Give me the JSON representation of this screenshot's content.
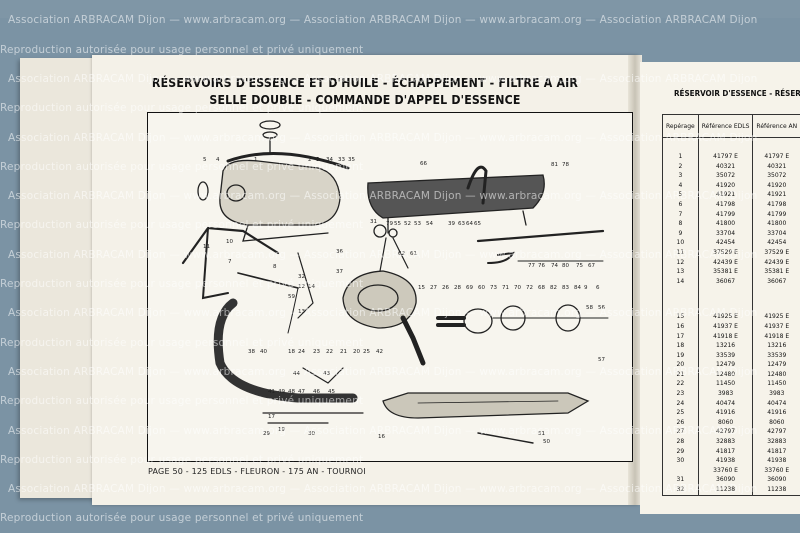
{
  "header": {
    "title_line1": "RÉSERVOIRS D'ESSENCE ET D'HUILE - ÉCHAPPEMENT - FILTRE A AIR",
    "title_line2": "SELLE DOUBLE - COMMANDE D'APPEL D'ESSENCE"
  },
  "footer": {
    "text": "PAGE 50 - 125 EDLS - FLEURON - 175 AN - TOURNOI"
  },
  "right_page": {
    "title": "RÉSERVOIR D'ESSENCE - RÉSERVOIR",
    "headers": [
      "Repérage",
      "Référence EDLS",
      "Référence AN"
    ],
    "rows": [
      [
        "1",
        "41797 E",
        "41797 E"
      ],
      [
        "2",
        "40321",
        "40321"
      ],
      [
        "3",
        "35072",
        "35072"
      ],
      [
        "4",
        "41920",
        "41920"
      ],
      [
        "5",
        "41921",
        "41921"
      ],
      [
        "6",
        "41798",
        "41798"
      ],
      [
        "7",
        "41799",
        "41799"
      ],
      [
        "8",
        "41800",
        "41800"
      ],
      [
        "9",
        "33704",
        "33704"
      ],
      [
        "10",
        "42454",
        "42454"
      ],
      [
        "11",
        "37529 E",
        "37529 E"
      ],
      [
        "12",
        "42439 E",
        "42439 E"
      ],
      [
        "13",
        "35381 E",
        "35381 E"
      ],
      [
        "14",
        "36067",
        "36067"
      ],
      [
        "15",
        "41925 E",
        "41925 E"
      ],
      [
        "16",
        "41937 E",
        "41937 E"
      ],
      [
        "17",
        "41918 E",
        "41918 E"
      ],
      [
        "18",
        "13216",
        "13216"
      ],
      [
        "19",
        "33539",
        "33539"
      ],
      [
        "20",
        "12479",
        "12479"
      ],
      [
        "21",
        "12480",
        "12480"
      ],
      [
        "22",
        "11450",
        "11450"
      ],
      [
        "23",
        "3983",
        "3983"
      ],
      [
        "24",
        "40474",
        "40474"
      ],
      [
        "25",
        "41916",
        "41916"
      ],
      [
        "26",
        "8060",
        "8060"
      ],
      [
        "27",
        "42797",
        "42797"
      ],
      [
        "28",
        "32883",
        "32883"
      ],
      [
        "29",
        "41817",
        "41817"
      ],
      [
        "30",
        "41938",
        "41938"
      ],
      [
        "",
        "33760 E",
        "33760 E"
      ],
      [
        "31",
        "36090",
        "36090"
      ],
      [
        "32",
        "11238",
        "11238"
      ]
    ]
  },
  "diagram": {
    "labels": [
      "5",
      "4",
      "1",
      "2",
      "3",
      "34",
      "33",
      "35",
      "36",
      "37",
      "32",
      "66",
      "81",
      "78",
      "31",
      "79",
      "55",
      "52",
      "53",
      "54",
      "39",
      "63",
      "64",
      "65",
      "62",
      "61",
      "77",
      "76",
      "74",
      "80",
      "75",
      "67",
      "15",
      "27",
      "26",
      "28",
      "69",
      "60",
      "73",
      "71",
      "70",
      "72",
      "68",
      "82",
      "83",
      "84",
      "9",
      "6",
      "10",
      "11",
      "7",
      "8",
      "12",
      "14",
      "13",
      "59",
      "58",
      "56",
      "57",
      "50",
      "38",
      "40",
      "18",
      "24",
      "23",
      "22",
      "21",
      "20",
      "25",
      "42",
      "43",
      "45",
      "46",
      "47",
      "48",
      "49",
      "41",
      "16",
      "17",
      "19",
      "29",
      "30",
      "44",
      "51"
    ]
  },
  "watermarks": [
    "Reproduction autorisée pour usage personnel et privé uniquement",
    "Association ARBRACAM Dijon — www.arbracam.org — Association ARBRACAM Dijon — www.arbracam.org — Association ARBRACAM Dijon"
  ]
}
